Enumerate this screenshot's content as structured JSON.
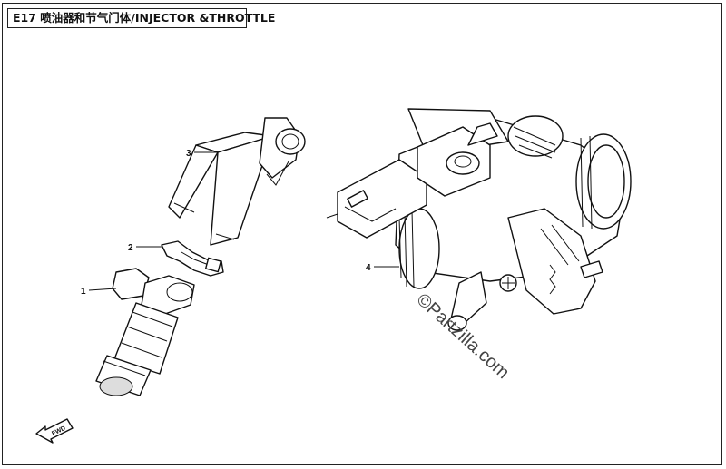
{
  "title": "E17 喷油器和节气门体/INJECTOR &THROTTLE",
  "callouts": [
    "1",
    "2",
    "3",
    "4"
  ],
  "watermark": "©Partzilla.com",
  "fwd_label": "FWD",
  "fwd_arrow_icon": "fwd-arrow-icon"
}
